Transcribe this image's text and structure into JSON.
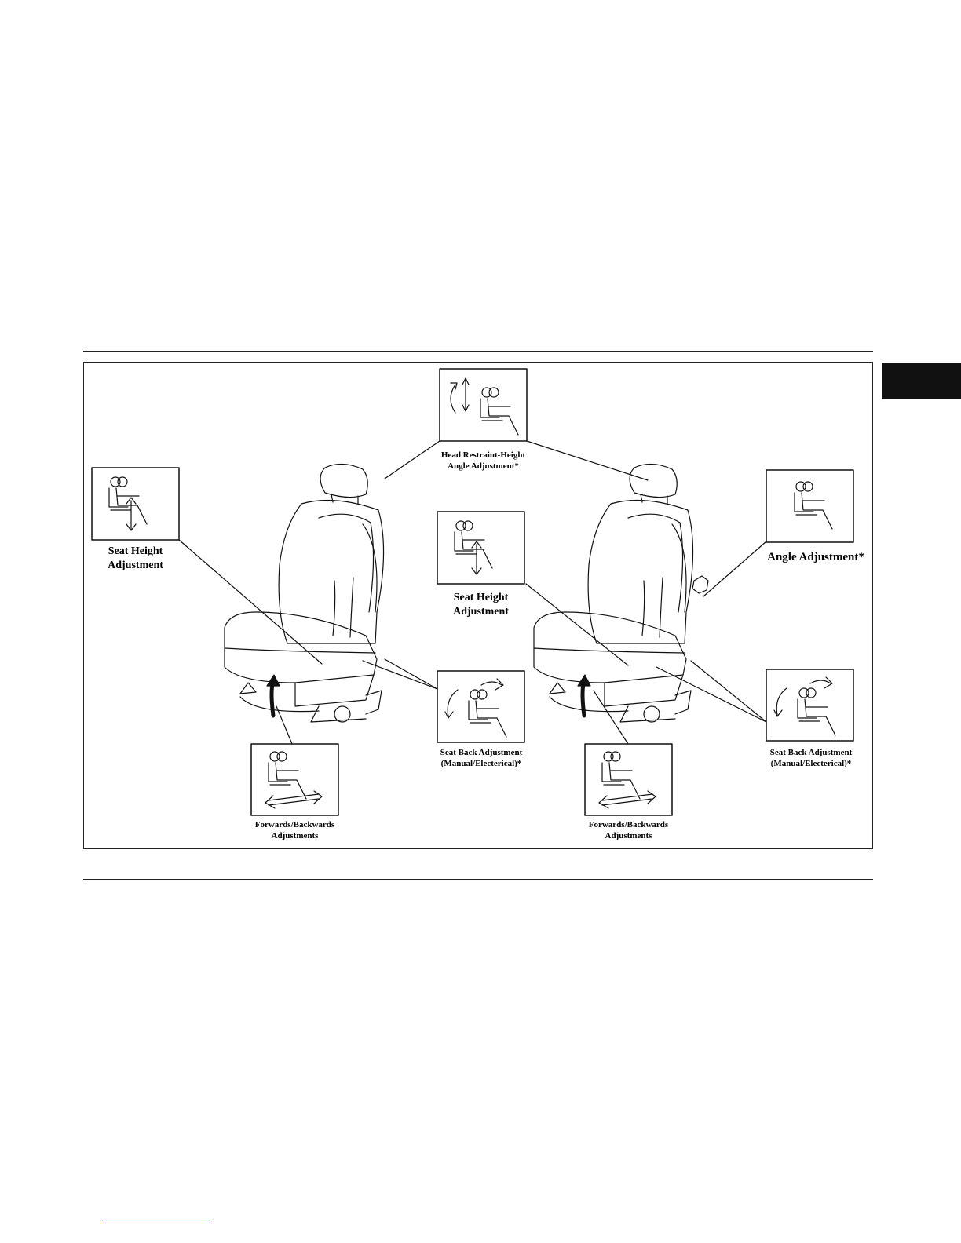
{
  "labels": {
    "head_restraint_1": "Head Restraint-Height",
    "head_restraint_2": "Angle Adjustment*",
    "seat_height_left_1": "Seat Height",
    "seat_height_left_2": "Adjustment",
    "seat_height_center_1": "Seat Height",
    "seat_height_center_2": "Adjustment",
    "angle_adjustment": "Angle Adjustment*",
    "seat_back_left_1": "Seat Back Adjustment",
    "seat_back_left_2": "(Manual/Electerical)*",
    "seat_back_right_1": "Seat Back Adjustment",
    "seat_back_right_2": "(Manual/Electerical)*",
    "fwd_left_1": "Forwards/Backwards",
    "fwd_left_2": "Adjustments",
    "fwd_right_1": "Forwards/Backwards",
    "fwd_right_2": "Adjustments"
  },
  "colors": {
    "ink": "#111111",
    "paper": "#ffffff",
    "tab": "#111111"
  }
}
